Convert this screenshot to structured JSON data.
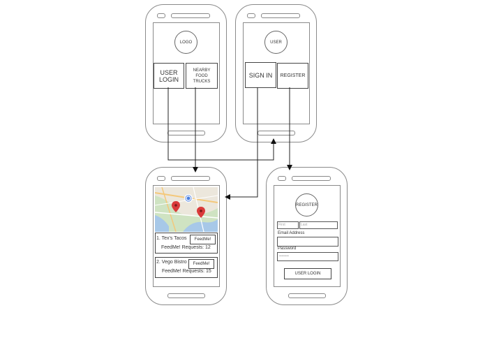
{
  "screen1": {
    "logo": "LOGO",
    "user_login": "USER LOGIN",
    "nearby": "NEARBY FOOD TRUCKS"
  },
  "screen2": {
    "user": "USER",
    "sign_in": "SIGN IN",
    "register": "REGISTER"
  },
  "screen3": {
    "map_icons": [
      "location-crosshair-icon",
      "map-pin-icon",
      "map-pin-icon"
    ],
    "trucks": [
      {
        "name": "1. Tex's Tacos",
        "button": "FeedMe!",
        "requests": "FeedMe! Requests: 12"
      },
      {
        "name": "2. Vego Bistro",
        "button": "FeedMe!",
        "requests": "FeedMe! Requests: 15"
      }
    ]
  },
  "screen4": {
    "register": "REGISTER",
    "first_placeholder": "First",
    "last_placeholder": "Last",
    "email_label": "Email Address",
    "password_label": "Password",
    "password_mask": "••••••••",
    "user_login": "USER LOGIN"
  },
  "colors": {
    "pin": "#d93a3a",
    "water": "#a7c8e8",
    "land": "#ece7dc",
    "park": "#cfe3c2",
    "road": "#f4c87a"
  }
}
